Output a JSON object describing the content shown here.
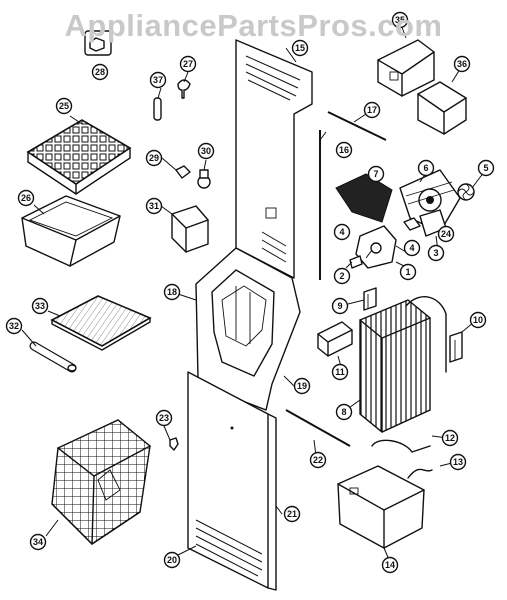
{
  "watermark": "AppliancePartsPros.com",
  "callouts": [
    "1",
    "2",
    "3",
    "4",
    "5",
    "6",
    "7",
    "8",
    "9",
    "10",
    "11",
    "12",
    "13",
    "14",
    "15",
    "16",
    "17",
    "18",
    "19",
    "20",
    "21",
    "22",
    "23",
    "24",
    "25",
    "26",
    "27",
    "28",
    "29",
    "30",
    "31",
    "32",
    "33",
    "34",
    "35",
    "36",
    "37"
  ]
}
